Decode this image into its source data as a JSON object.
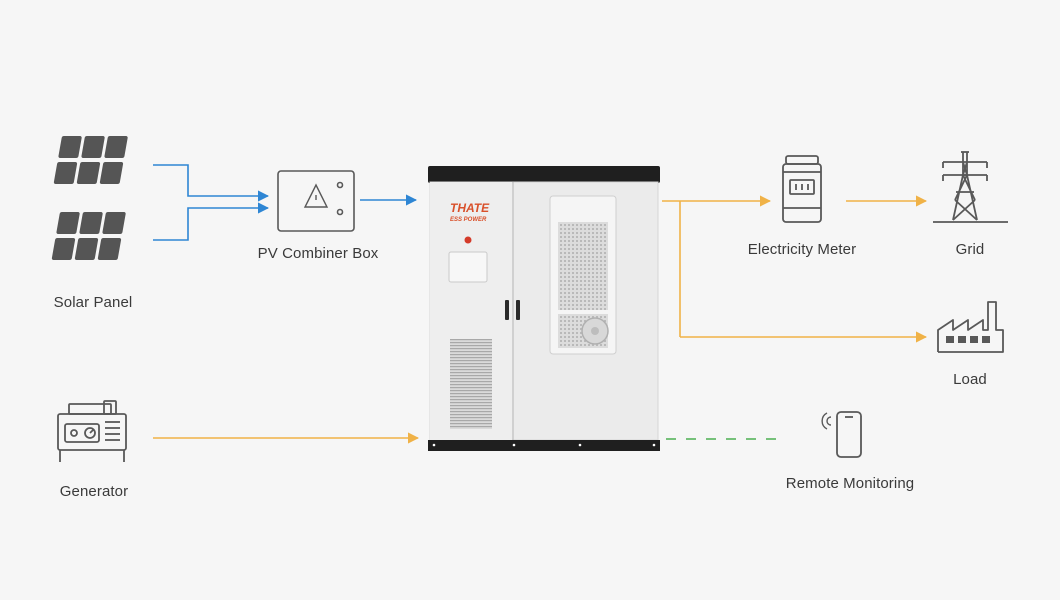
{
  "labels": {
    "solar_panel": "Solar Panel",
    "pv_combiner_box": "PV Combiner Box",
    "generator": "Generator",
    "electricity_meter": "Electricity Meter",
    "grid": "Grid",
    "load": "Load",
    "remote_monitoring": "Remote Monitoring"
  },
  "cabinet": {
    "brand": "ATE",
    "brand_prefix": "TH",
    "sub_brand": "ESS POWER"
  },
  "colors": {
    "dc_flow": "#2e86d4",
    "ac_flow": "#f0b247",
    "comm_link": "#4caf50",
    "icon": "#595959",
    "brand": "#d9502a"
  }
}
